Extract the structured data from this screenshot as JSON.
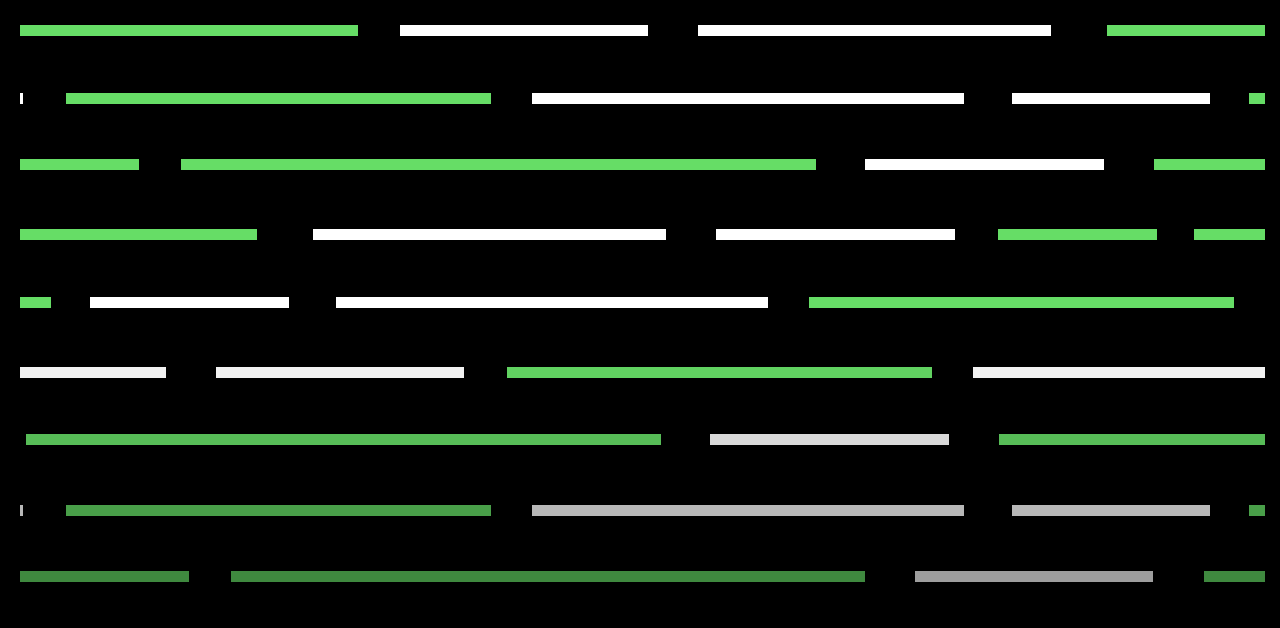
{
  "colors": {
    "background": "#000000",
    "green": "#66dd66",
    "white": "#ffffff"
  },
  "rows": [
    {
      "brightness": 1.0,
      "bars": [
        {
          "kind": "green"
        },
        {
          "kind": "white"
        },
        {
          "kind": "white"
        },
        {
          "kind": "green"
        }
      ]
    },
    {
      "brightness": 1.0,
      "bars": [
        {
          "kind": "white"
        },
        {
          "kind": "green"
        },
        {
          "kind": "white"
        },
        {
          "kind": "white"
        },
        {
          "kind": "green"
        }
      ]
    },
    {
      "brightness": 1.0,
      "bars": [
        {
          "kind": "green"
        },
        {
          "kind": "green"
        },
        {
          "kind": "white"
        },
        {
          "kind": "green"
        }
      ]
    },
    {
      "brightness": 1.0,
      "bars": [
        {
          "kind": "green"
        },
        {
          "kind": "white"
        },
        {
          "kind": "white"
        },
        {
          "kind": "green"
        },
        {
          "kind": "green"
        }
      ]
    },
    {
      "brightness": 1.0,
      "bars": [
        {
          "kind": "green"
        },
        {
          "kind": "white"
        },
        {
          "kind": "white"
        },
        {
          "kind": "green"
        }
      ]
    },
    {
      "brightness": 0.95,
      "bars": [
        {
          "kind": "white"
        },
        {
          "kind": "white"
        },
        {
          "kind": "green"
        },
        {
          "kind": "white"
        }
      ]
    },
    {
      "brightness": 0.85,
      "bars": [
        {
          "kind": "green"
        },
        {
          "kind": "white"
        },
        {
          "kind": "green"
        }
      ]
    },
    {
      "brightness": 0.72,
      "bars": [
        {
          "kind": "white"
        },
        {
          "kind": "green"
        },
        {
          "kind": "white"
        },
        {
          "kind": "white"
        },
        {
          "kind": "green"
        }
      ]
    },
    {
      "brightness": 0.62,
      "bars": [
        {
          "kind": "green"
        },
        {
          "kind": "green"
        },
        {
          "kind": "white"
        },
        {
          "kind": "green"
        }
      ]
    }
  ]
}
